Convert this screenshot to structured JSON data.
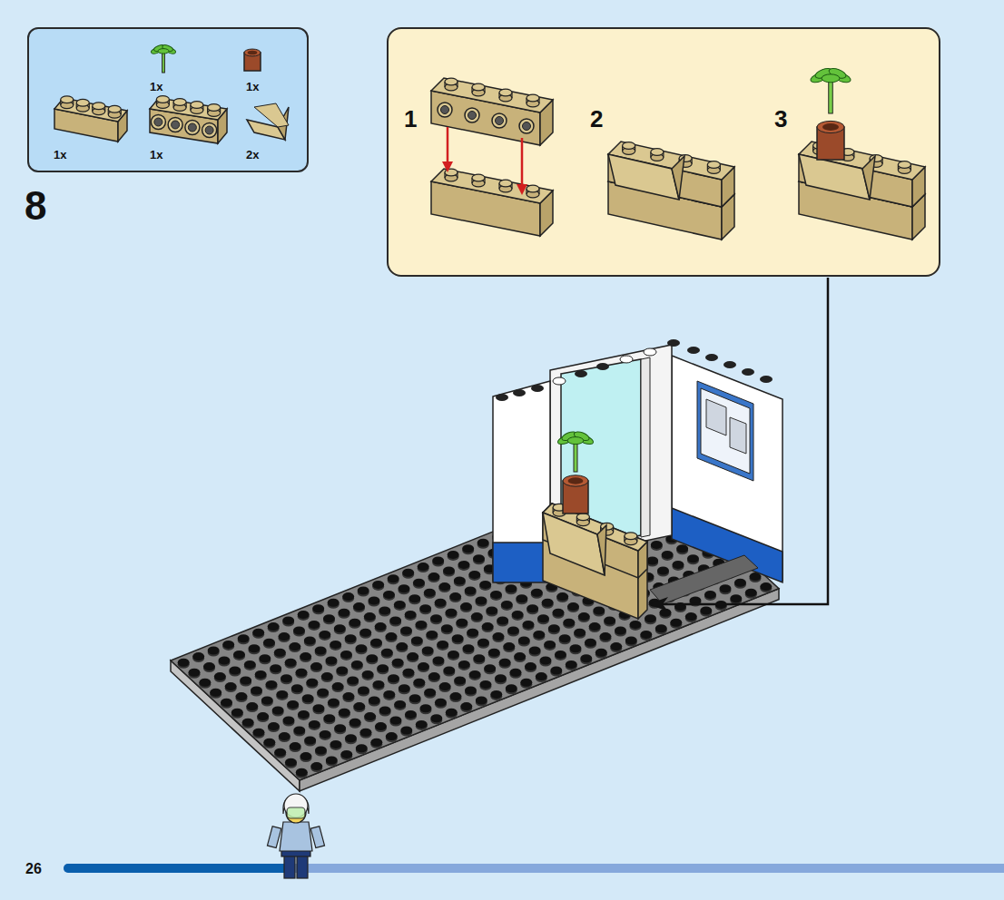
{
  "diagram": {
    "nodes": [
      {
        "text": [
          "1x",
          "1x",
          "1x",
          "1x",
          "2x"
        ]
      },
      {
        "text": [
          "1",
          "2",
          "3"
        ]
      }
    ],
    "labels": [
      "8",
      "26"
    ]
  }
}
